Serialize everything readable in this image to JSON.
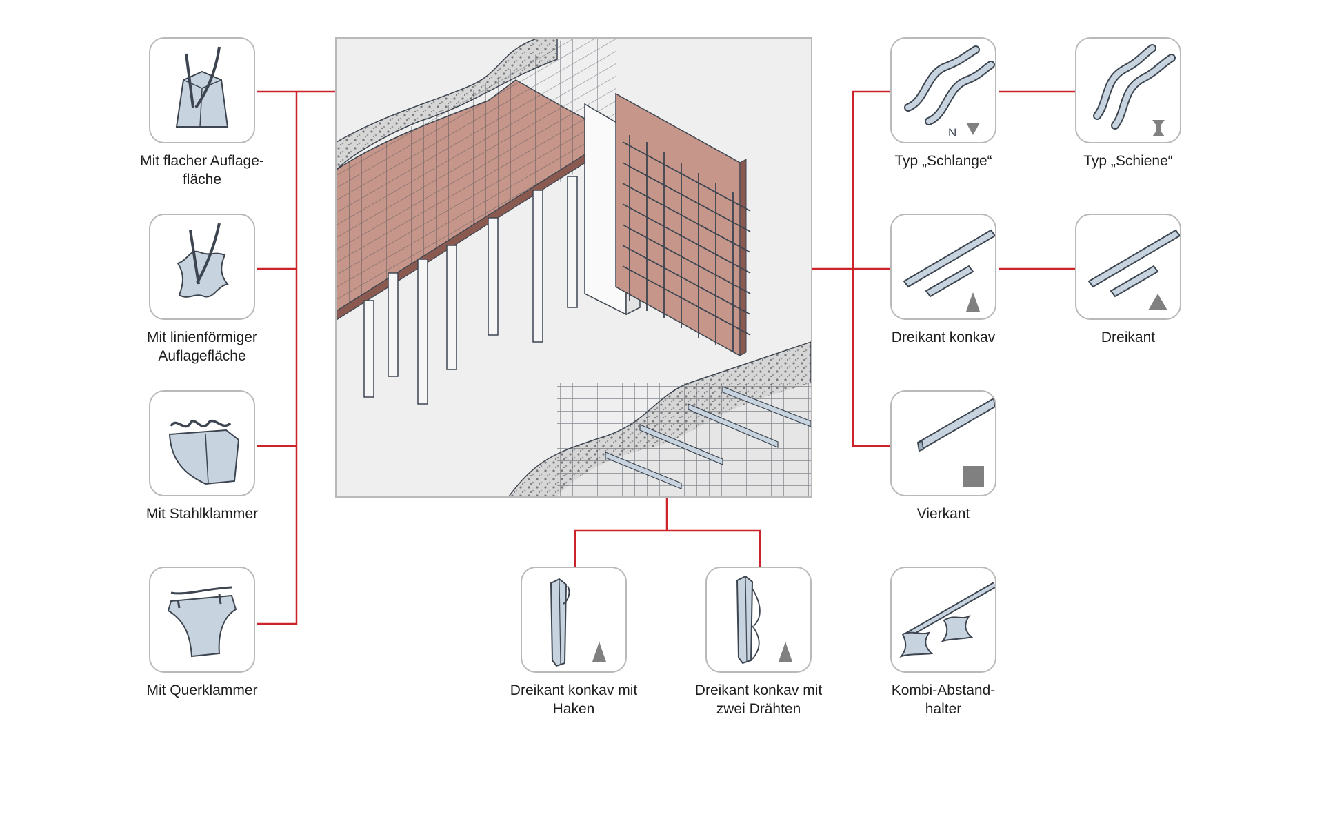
{
  "colors": {
    "connector": "#cc2229",
    "tile_border": "#b9b9b9",
    "shape_fill": "#c7d3de",
    "shape_stroke": "#3c4550",
    "formwork": "#c6968a",
    "profile_icon": "#808080"
  },
  "spacers": [
    {
      "id": "flache-auflage",
      "lines": [
        "Mit flacher Auflage-",
        "fläche"
      ]
    },
    {
      "id": "linienfoermige-auflage",
      "lines": [
        "Mit linienförmiger",
        "Auflagefläche"
      ]
    },
    {
      "id": "stahlklammer",
      "lines": [
        "Mit Stahlklammer"
      ]
    },
    {
      "id": "querklammer",
      "lines": [
        "Mit Querklammer"
      ]
    },
    {
      "id": "schlange",
      "lines": [
        "Typ „Schlange“"
      ],
      "mark": "N"
    },
    {
      "id": "schiene",
      "lines": [
        "Typ „Schiene“"
      ]
    },
    {
      "id": "dreikant-konkav",
      "lines": [
        "Dreikant konkav"
      ]
    },
    {
      "id": "dreikant",
      "lines": [
        "Dreikant"
      ]
    },
    {
      "id": "vierkant",
      "lines": [
        "Vierkant"
      ]
    },
    {
      "id": "dreikant-konkav-haken",
      "lines": [
        "Dreikant konkav mit",
        "Haken"
      ]
    },
    {
      "id": "dreikant-konkav-draehte",
      "lines": [
        "Dreikant konkav mit",
        "zwei Drähten"
      ]
    },
    {
      "id": "kombi",
      "lines": [
        "Kombi-Abstand-",
        "halter"
      ]
    }
  ]
}
